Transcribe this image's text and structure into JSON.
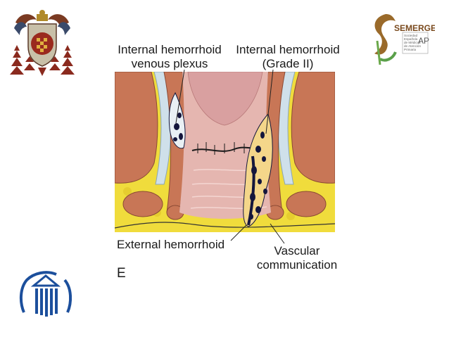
{
  "labels": {
    "internal_plexus": [
      "Internal hemorrhoid",
      "venous plexus"
    ],
    "internal_grade": [
      "Internal hemorrhoid",
      "(Grade II)"
    ],
    "external": "External hemorrhoid",
    "vascular": [
      "Vascular",
      "communication"
    ],
    "panel_letter": "E"
  },
  "logos": {
    "top_left": {
      "icon": "university-crest-icon"
    },
    "top_right": {
      "icon": "semergen-logo-icon",
      "brand": "SEMERGEN",
      "suffix": "AP",
      "subtitle_lines": [
        "Sociedad",
        "Española",
        "de Médicos",
        "de Atención",
        "Primaria"
      ]
    },
    "bottom_left": {
      "icon": "institution-logo-icon"
    }
  },
  "colors": {
    "fat": "#f0dc3c",
    "muscle": "#c87656",
    "lumen": "#e5b6b0",
    "mucosa": "#d9a0a0",
    "vein_dark": "#14163c",
    "vessel_sheath": "#e9f0f4",
    "logo_blue": "#1c4f9c",
    "logo_brown": "#7a4a1e"
  }
}
